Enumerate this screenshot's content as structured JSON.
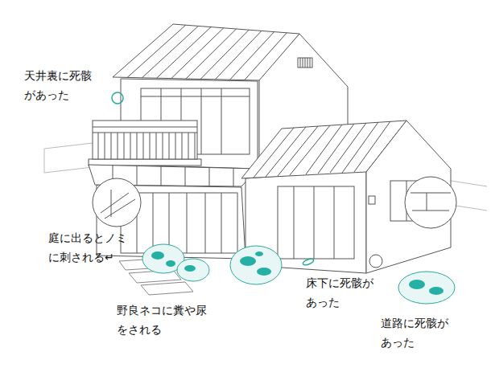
{
  "diagram": {
    "labels": [
      "天井裏に死骸 があった",
      "庭に出るとノミ に刺される↵",
      "野良ネコに糞や尿 をされる",
      "床下に死骸が あった",
      "道路に死骸が あった"
    ]
  }
}
